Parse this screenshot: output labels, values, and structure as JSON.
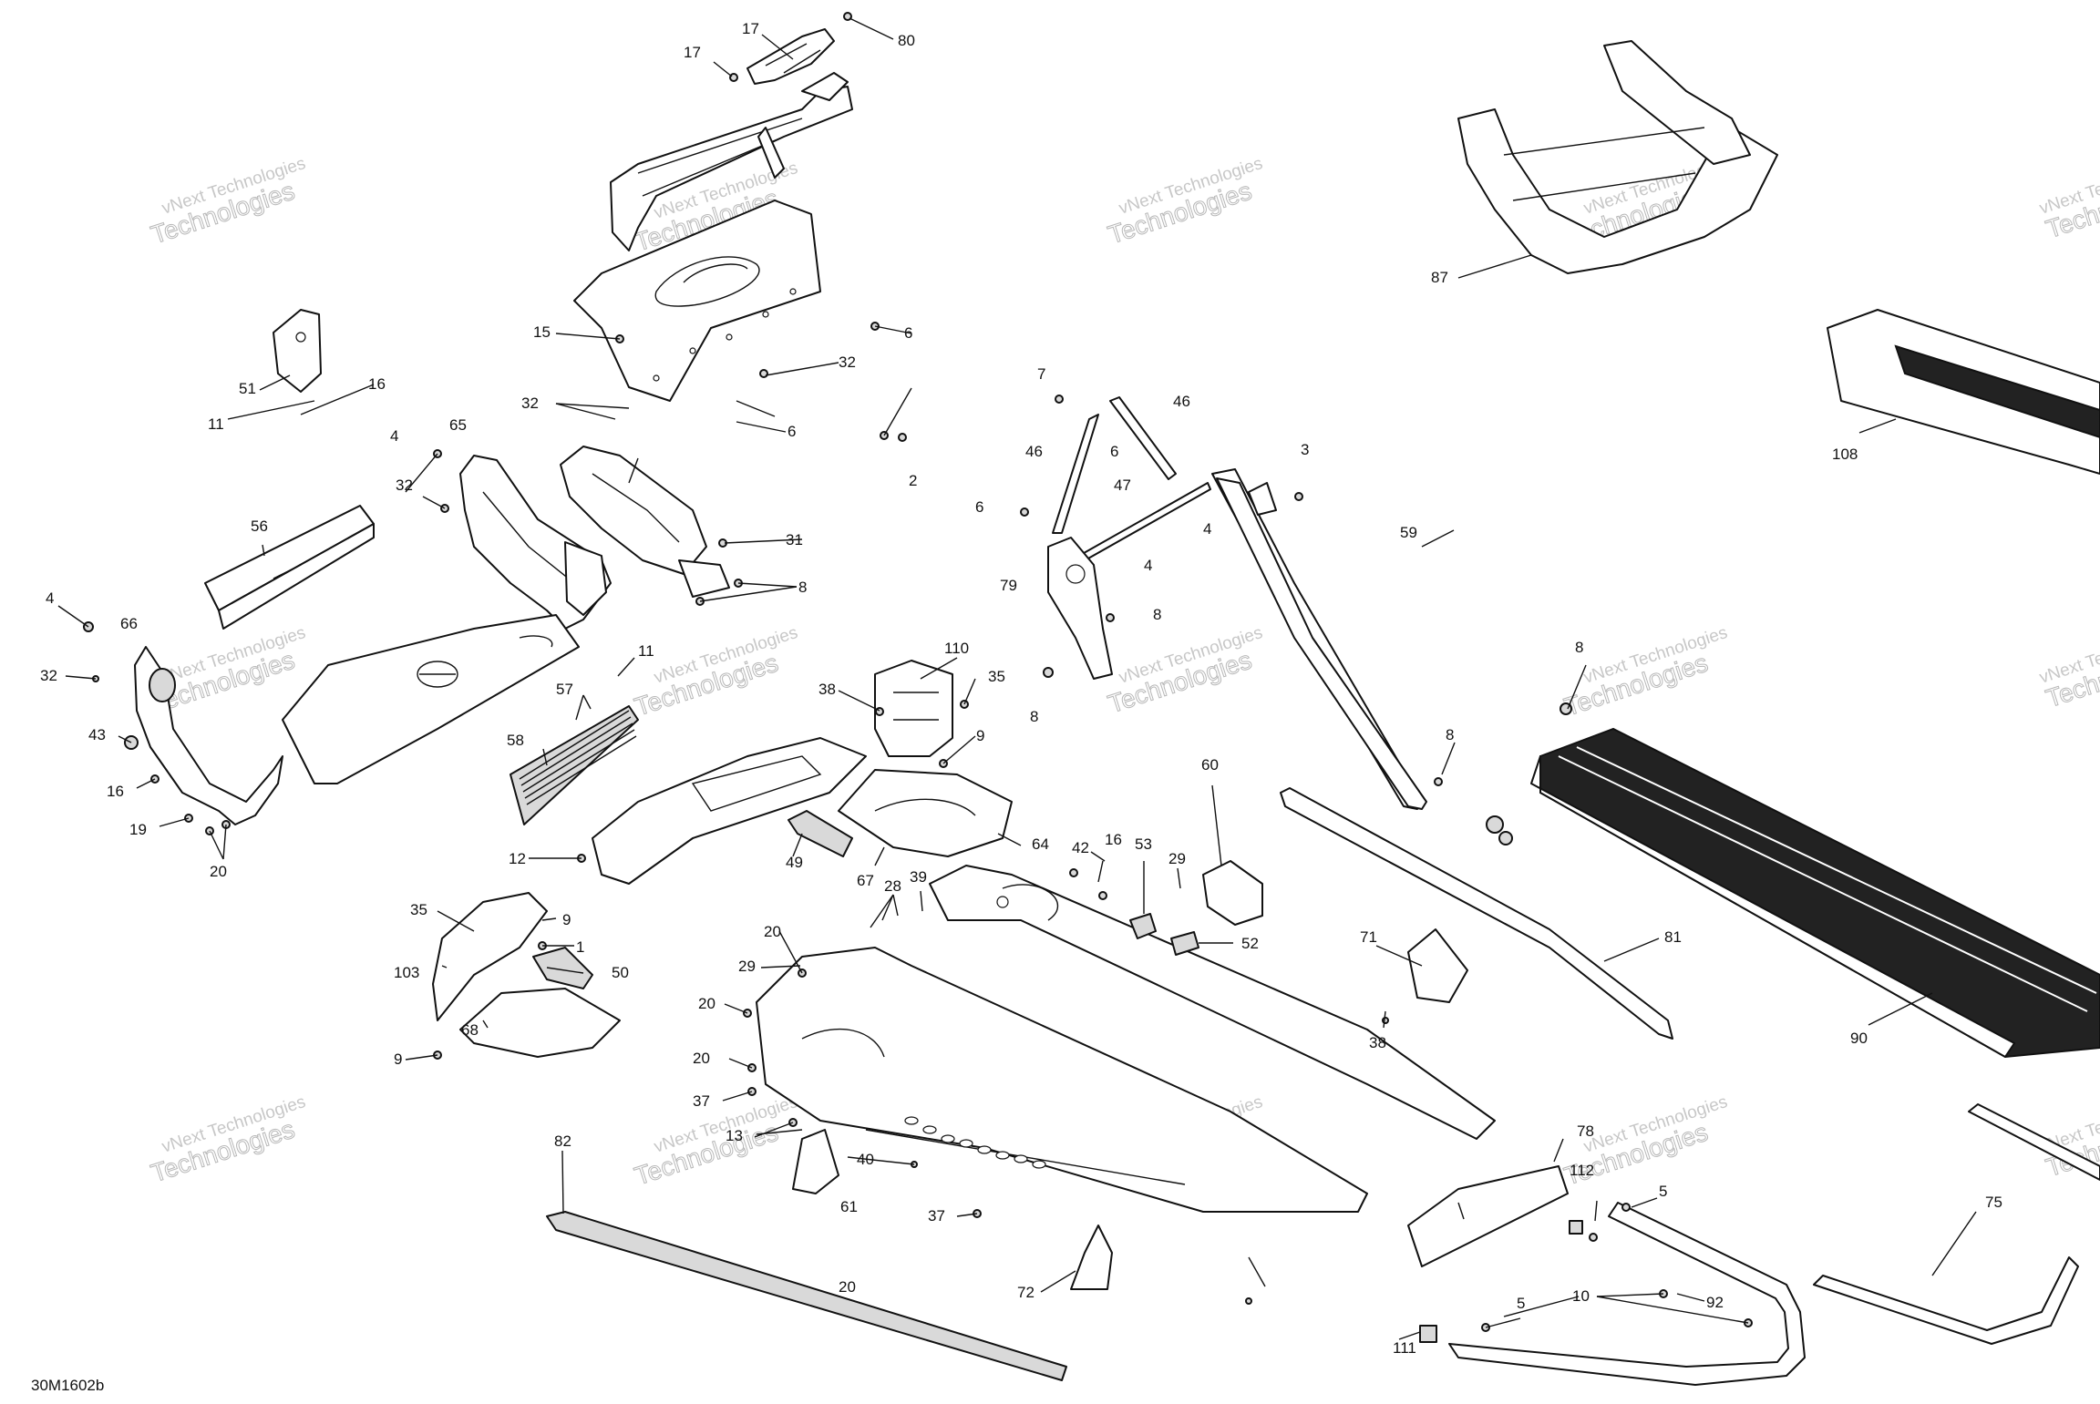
{
  "diagram": {
    "reference_code": "30M1602b",
    "watermark": {
      "line1": "vNext Technologies",
      "line2": "Technologies",
      "small": "vNext Technologies"
    },
    "callouts": [
      "17",
      "80",
      "17",
      "51",
      "16",
      "11",
      "15",
      "32",
      "6",
      "32",
      "6",
      "2",
      "4",
      "65",
      "32",
      "31",
      "8",
      "56",
      "4",
      "66",
      "32",
      "43",
      "16",
      "19",
      "20",
      "11",
      "57",
      "58",
      "38",
      "110",
      "35",
      "9",
      "12",
      "35",
      "9",
      "1",
      "103",
      "50",
      "68",
      "9",
      "49",
      "67",
      "64",
      "28",
      "39",
      "20",
      "29",
      "20",
      "20",
      "37",
      "13",
      "40",
      "61",
      "37",
      "82",
      "72",
      "7",
      "46",
      "6",
      "46",
      "47",
      "6",
      "4",
      "3",
      "79",
      "4",
      "8",
      "8",
      "59",
      "42",
      "16",
      "53",
      "29",
      "60",
      "52",
      "20",
      "8",
      "8",
      "87",
      "108",
      "71",
      "38",
      "81",
      "90",
      "78",
      "112",
      "5",
      "92",
      "75",
      "111",
      "5",
      "10"
    ]
  }
}
